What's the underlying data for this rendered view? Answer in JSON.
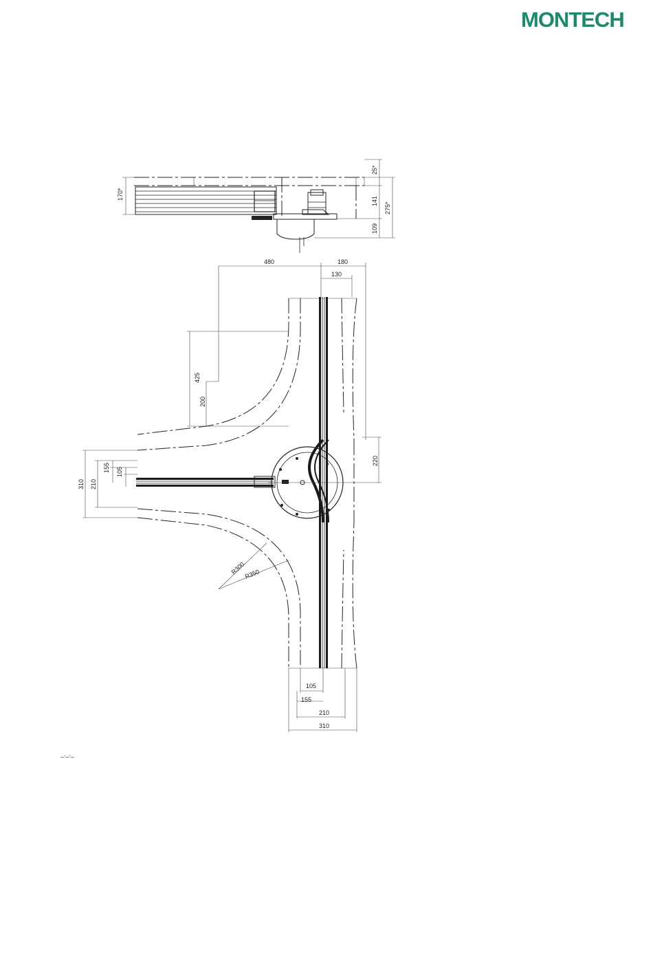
{
  "logo": {
    "text": "MONTECH",
    "color": "#1a8a6a"
  },
  "side_view": {
    "dims": {
      "h_total_left": "170*",
      "top": "25*",
      "mid": "141",
      "bottom": "109",
      "total_right": "275*"
    }
  },
  "plan_view": {
    "dims": {
      "top_480": "480",
      "top_180": "180",
      "top_130": "130",
      "left_425": "425",
      "left_200": "200",
      "right_220": "220",
      "left_310": "310",
      "left_210": "210",
      "left_155": "155",
      "left_105": "105",
      "radius_300": "R300",
      "radius_350": "R350",
      "bottom_105": "105",
      "bottom_155": "155",
      "bottom_210": "210",
      "bottom_310": "310"
    }
  },
  "legend_mark": "_._._",
  "colors": {
    "line": "#222222",
    "logo": "#1a8a6a"
  }
}
